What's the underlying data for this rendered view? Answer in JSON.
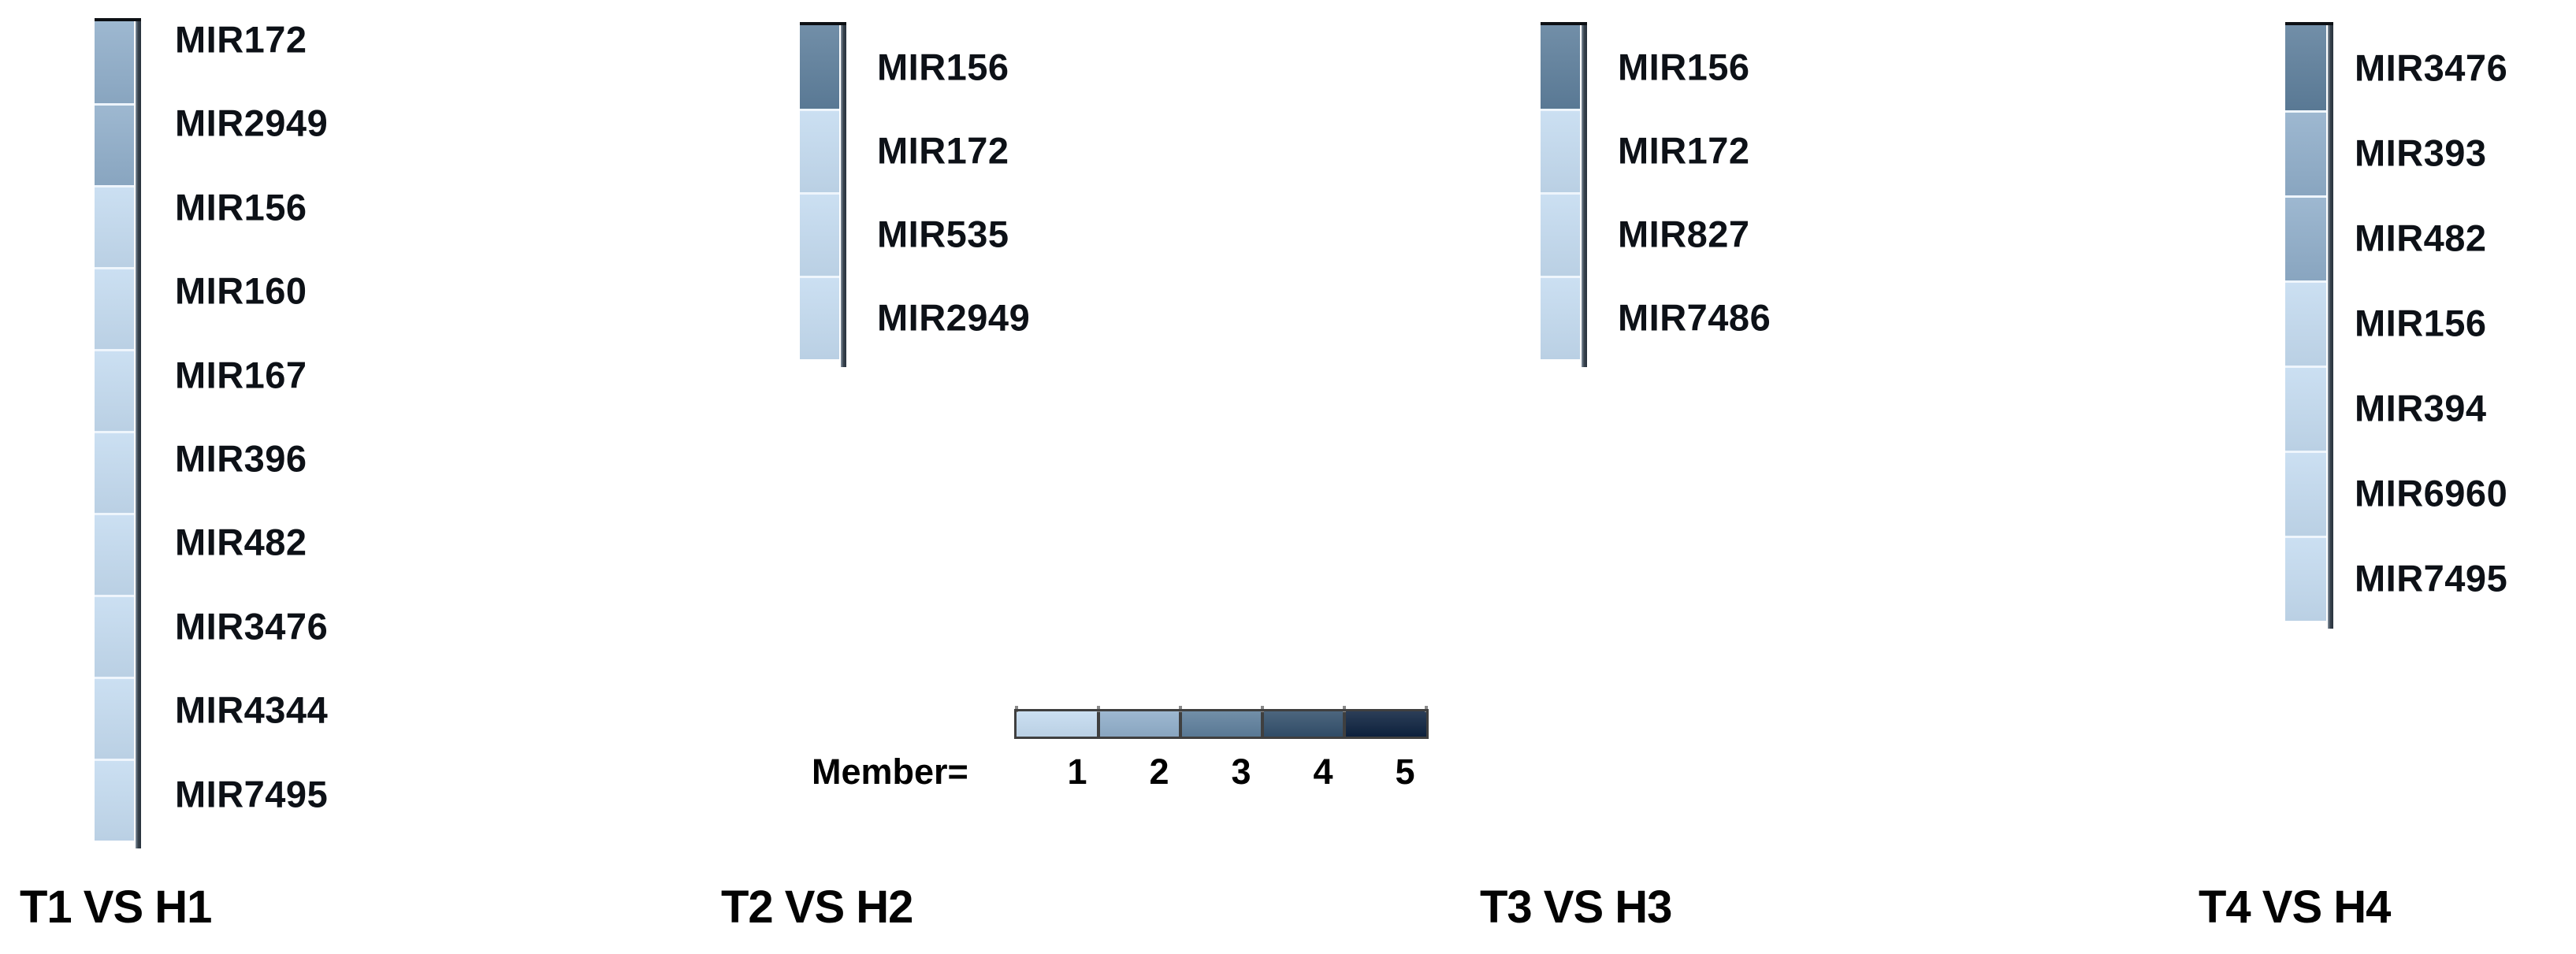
{
  "figure": {
    "background": "#ffffff",
    "description": "Four single-column membership heatmaps of conserved miRNA families"
  },
  "legend": {
    "label": "Member=",
    "levels": [
      "1",
      "2",
      "3",
      "4",
      "5"
    ],
    "colors": [
      "#c4dbf0",
      "#90aeca",
      "#5e7f9c",
      "#33506c",
      "#0e2340"
    ]
  },
  "columns": [
    {
      "title": "T1 VS H1",
      "items": [
        {
          "label": "MIR172",
          "member": 2
        },
        {
          "label": "MIR2949",
          "member": 2
        },
        {
          "label": "MIR156",
          "member": 1
        },
        {
          "label": "MIR160",
          "member": 1
        },
        {
          "label": "MIR167",
          "member": 1
        },
        {
          "label": "MIR396",
          "member": 1
        },
        {
          "label": "MIR482",
          "member": 1
        },
        {
          "label": "MIR3476",
          "member": 1
        },
        {
          "label": "MIR4344",
          "member": 1
        },
        {
          "label": "MIR7495",
          "member": 1
        }
      ]
    },
    {
      "title": "T2 VS H2",
      "items": [
        {
          "label": "MIR156",
          "member": 3
        },
        {
          "label": "MIR172",
          "member": 1
        },
        {
          "label": "MIR535",
          "member": 1
        },
        {
          "label": "MIR2949",
          "member": 1
        }
      ]
    },
    {
      "title": "T3 VS H3",
      "items": [
        {
          "label": "MIR156",
          "member": 3
        },
        {
          "label": "MIR172",
          "member": 1
        },
        {
          "label": "MIR827",
          "member": 1
        },
        {
          "label": "MIR7486",
          "member": 1
        }
      ]
    },
    {
      "title": "T4 VS H4",
      "items": [
        {
          "label": "MIR3476",
          "member": 3
        },
        {
          "label": "MIR393",
          "member": 2
        },
        {
          "label": "MIR482",
          "member": 2
        },
        {
          "label": "MIR156",
          "member": 1
        },
        {
          "label": "MIR394",
          "member": 1
        },
        {
          "label": "MIR6960",
          "member": 1
        },
        {
          "label": "MIR7495",
          "member": 1
        }
      ]
    }
  ],
  "chart_data": [
    {
      "type": "heatmap",
      "title": "T1 VS H1",
      "categories": [
        "MIR172",
        "MIR2949",
        "MIR156",
        "MIR160",
        "MIR167",
        "MIR396",
        "MIR482",
        "MIR3476",
        "MIR4344",
        "MIR7495"
      ],
      "values": [
        2,
        2,
        1,
        1,
        1,
        1,
        1,
        1,
        1,
        1
      ],
      "value_label": "Member",
      "value_range": [
        1,
        5
      ],
      "palette": [
        "#c4dbf0",
        "#90aeca",
        "#5e7f9c",
        "#33506c",
        "#0e2340"
      ]
    },
    {
      "type": "heatmap",
      "title": "T2 VS H2",
      "categories": [
        "MIR156",
        "MIR172",
        "MIR535",
        "MIR2949"
      ],
      "values": [
        3,
        1,
        1,
        1
      ],
      "value_label": "Member",
      "value_range": [
        1,
        5
      ],
      "palette": [
        "#c4dbf0",
        "#90aeca",
        "#5e7f9c",
        "#33506c",
        "#0e2340"
      ]
    },
    {
      "type": "heatmap",
      "title": "T3 VS H3",
      "categories": [
        "MIR156",
        "MIR172",
        "MIR827",
        "MIR7486"
      ],
      "values": [
        3,
        1,
        1,
        1
      ],
      "value_label": "Member",
      "value_range": [
        1,
        5
      ],
      "palette": [
        "#c4dbf0",
        "#90aeca",
        "#5e7f9c",
        "#33506c",
        "#0e2340"
      ]
    },
    {
      "type": "heatmap",
      "title": "T4 VS H4",
      "categories": [
        "MIR3476",
        "MIR393",
        "MIR482",
        "MIR156",
        "MIR394",
        "MIR6960",
        "MIR7495"
      ],
      "values": [
        3,
        2,
        2,
        1,
        1,
        1,
        1
      ],
      "value_label": "Member",
      "value_range": [
        1,
        5
      ],
      "palette": [
        "#c4dbf0",
        "#90aeca",
        "#5e7f9c",
        "#33506c",
        "#0e2340"
      ]
    }
  ]
}
